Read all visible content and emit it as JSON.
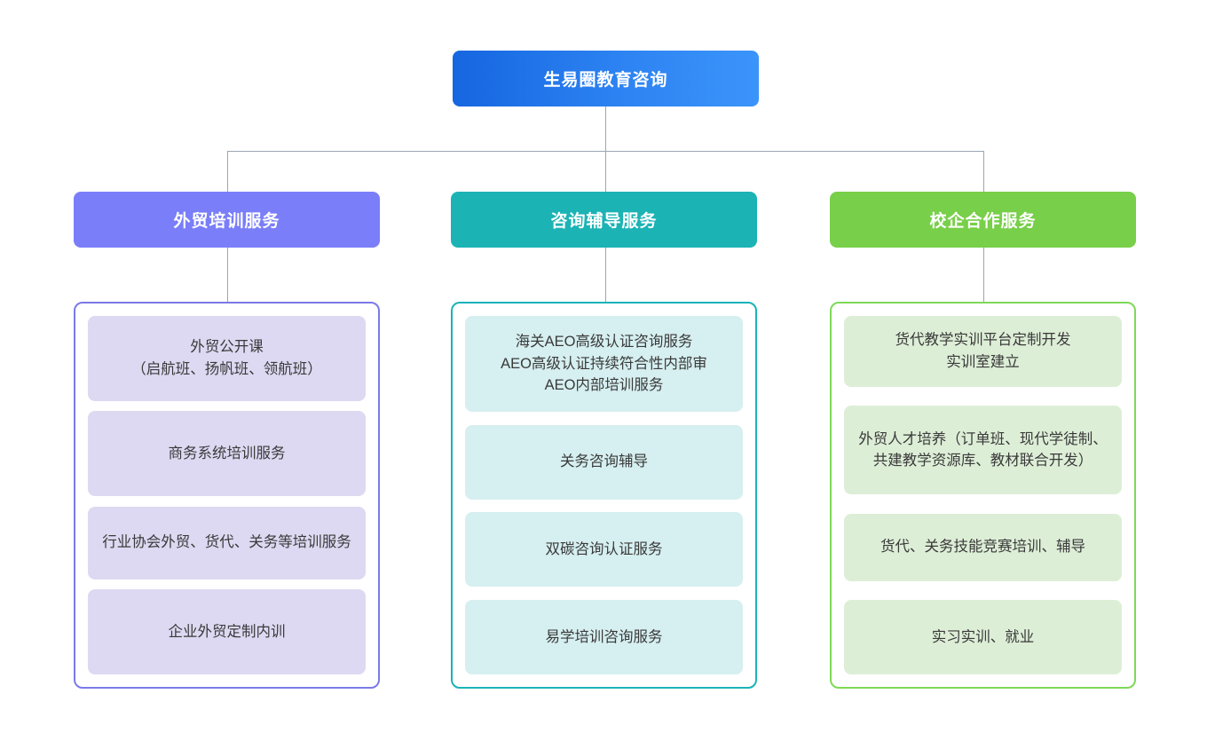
{
  "diagram": {
    "type": "organization-chart",
    "root": {
      "label": "生易圈教育咨询",
      "color": "#1666e0",
      "color_end": "#3b94fa"
    },
    "branches": [
      {
        "header": "外贸培训服务",
        "color": "#7a7ef8",
        "border_color": "#7b7ae8",
        "card_color": "#ddd9f2",
        "items": [
          "外贸公开课\n（启航班、扬帆班、领航班）",
          "商务系统培训服务",
          "行业协会外贸、货代、关务等培训服务",
          "企业外贸定制内训"
        ]
      },
      {
        "header": "咨询辅导服务",
        "color": "#1cb3b5",
        "border_color": "#1ab3b8",
        "card_color": "#d6eff0",
        "items": [
          "海关AEO高级认证咨询服务\nAEO高级认证持续符合性内部审\nAEO内部培训服务",
          "关务咨询辅导",
          "双碳咨询认证服务",
          "易学培训咨询服务"
        ]
      },
      {
        "header": "校企合作服务",
        "color": "#78cf49",
        "border_color": "#7ed957",
        "card_color": "#ddeed7",
        "items": [
          "货代教学实训平台定制开发\n实训室建立",
          "外贸人才培养（订单班、现代学徒制、共建教学资源库、教材联合开发）",
          "货代、关务技能竞赛培训、辅导",
          "实习实训、就业"
        ]
      }
    ],
    "connector_color": "#9aa6b4"
  }
}
